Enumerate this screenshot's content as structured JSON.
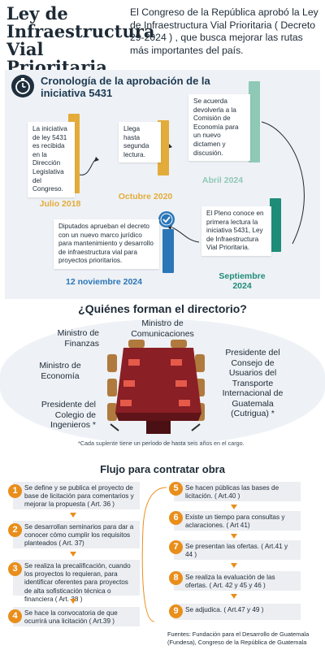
{
  "header": {
    "title_lines": [
      "Ley de",
      "Infraestructura",
      "Vial Prioritaria"
    ],
    "intro": "El Congreso de la República aprobó la Ley de Infraestructura Vial Prioritaria ( Decreto 29-2024 ) , que busca mejorar las rutas más importantes del país."
  },
  "timeline": {
    "title": "Cronología de la aprobación de la iniciativa 5431",
    "events": [
      {
        "text": "La iniciativa de ley 5431 es recibida en la Dirección Legislativa del Congreso.",
        "date": "Julio 2018",
        "color": "#e3ac3a"
      },
      {
        "text": "Llega hasta segunda lectura.",
        "date": "Octubre 2020",
        "color": "#e3ac3a"
      },
      {
        "text": "Se acuerda devolverla a la Comisión de Economía para un nuevo dictamen y discusión.",
        "date": "Abril 2024",
        "color": "#8ec9b5"
      },
      {
        "text": "El Pleno conoce en primera lectura la iniciativa 5431, Ley de Infraestructura Vial Prioritaria.",
        "date": "Septiembre 2024",
        "color": "#1e8c78"
      },
      {
        "text": "Diputados aprueban el decreto con un nuevo marco jurídico para mantenimiento y desarrollo de infraestructura vial para proyectos prioritarios.",
        "date": "12 noviembre 2024",
        "color": "#2a76b8"
      }
    ]
  },
  "directorio": {
    "title": "¿Quiénes forman el directorio?",
    "roles": {
      "finanzas": "Ministro de Finanzas",
      "comunicaciones": "Ministro de Comunicaciones",
      "economia": "Ministro de Economía",
      "ingenieros": "Presidente del Colegio de Ingenieros *",
      "consejo": "Presidente del Consejo de Usuarios del Transporte Internacional de Guatemala (Cutrigua) *"
    },
    "footnote": "*Cada suplente tiene un período de hasta seis años en el cargo."
  },
  "flujo": {
    "title": "Flujo para contratar obra",
    "steps": [
      {
        "n": "1",
        "text": "Se define y se publica el proyecto de base de licitación para comentarios y mejorar la propuesta ( Art. 36 )"
      },
      {
        "n": "2",
        "text": "Se desarrollan seminarios para dar a conocer cómo cumplir los requisitos planteados ( Art. 37)"
      },
      {
        "n": "3",
        "text": "Se realiza la precalificación, cuando los proyectos lo requieran, para identificar oferentes para proyectos de alta sofisticación técnica o financiera ( Art. 38 )"
      },
      {
        "n": "4",
        "text": "Se hace la convocatoria de que ocurrirá una licitación ( Art.39 )"
      },
      {
        "n": "5",
        "text": "Se hacen públicas las bases de licitación. ( Art.40 )"
      },
      {
        "n": "6",
        "text": "Existe un tiempo para consultas y aclaraciones. ( Art 41)"
      },
      {
        "n": "7",
        "text": "Se presentan las ofertas. ( Art.41 y 44 )"
      },
      {
        "n": "8",
        "text": "Se realiza la evaluación de las ofertas. ( Art. 42 y 45 y 46 )"
      },
      {
        "n": "9",
        "text": "Se adjudica. ( Art.47 y 49 )"
      }
    ]
  },
  "sources": "Fuentes: Fundación para el Desarrollo de Guatemala (Fundesa), Congreso de la República de Guatemala",
  "colors": {
    "accent": "#e98e1b",
    "navy": "#1d2a36",
    "panel": "#eef1f5"
  }
}
